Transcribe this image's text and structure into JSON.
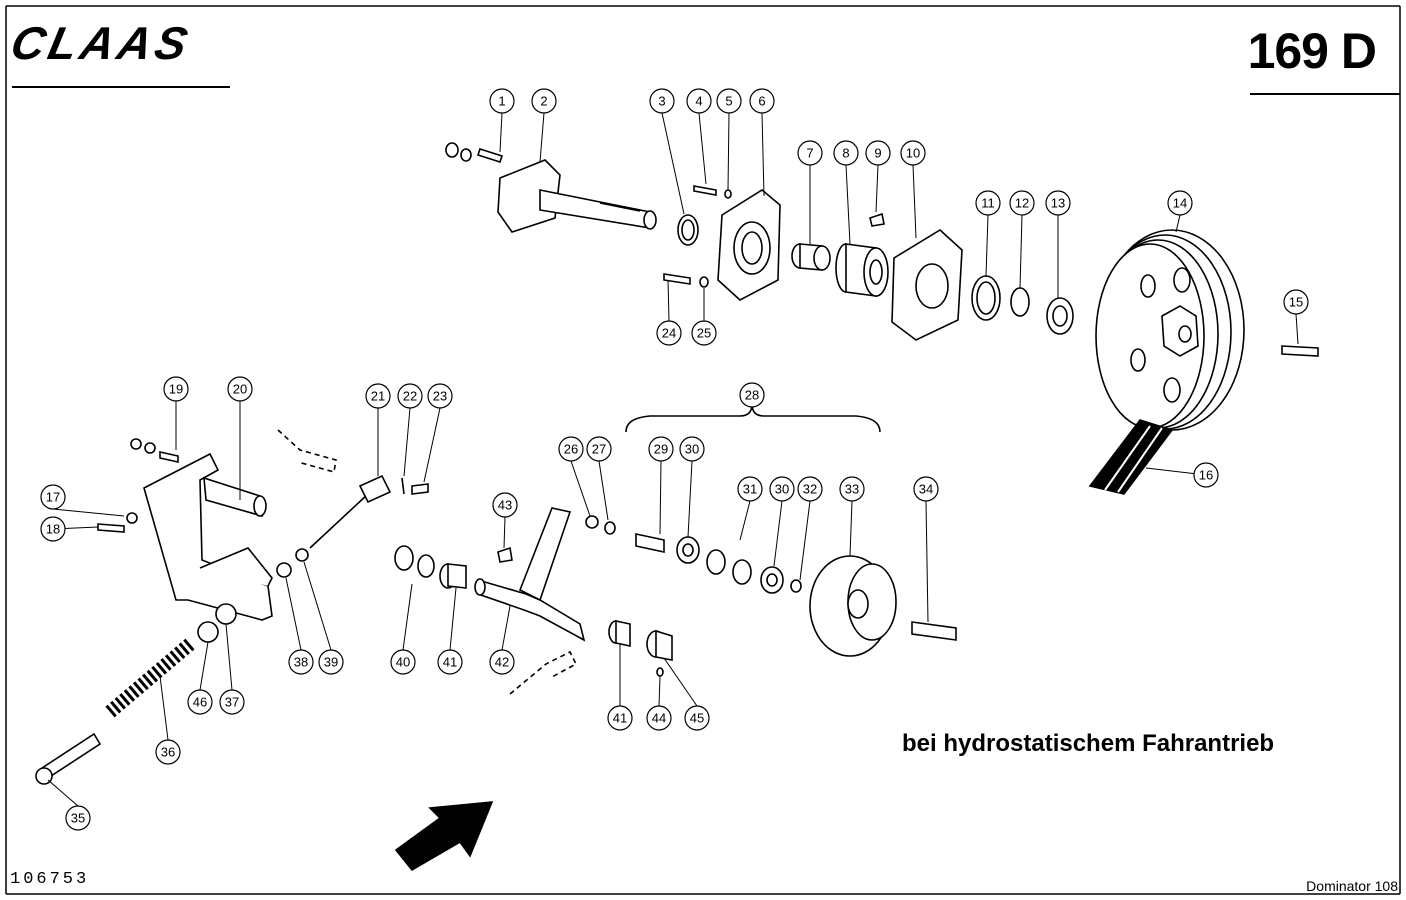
{
  "header": {
    "brand": "CLAAS",
    "page_code": "169 D"
  },
  "caption": "bei hydrostatischem Fahrantrieb",
  "footer": {
    "drawing_number": "106753",
    "model": "Dominator 108"
  },
  "callouts": [
    "1",
    "2",
    "3",
    "4",
    "5",
    "6",
    "7",
    "8",
    "9",
    "10",
    "11",
    "12",
    "13",
    "14",
    "15",
    "16",
    "17",
    "18",
    "19",
    "20",
    "21",
    "22",
    "23",
    "24",
    "25",
    "26",
    "27",
    "28",
    "29",
    "30",
    "31",
    "30",
    "32",
    "33",
    "34",
    "35",
    "36",
    "37",
    "38",
    "39",
    "40",
    "41",
    "42",
    "43",
    "41",
    "44",
    "45",
    "46"
  ]
}
